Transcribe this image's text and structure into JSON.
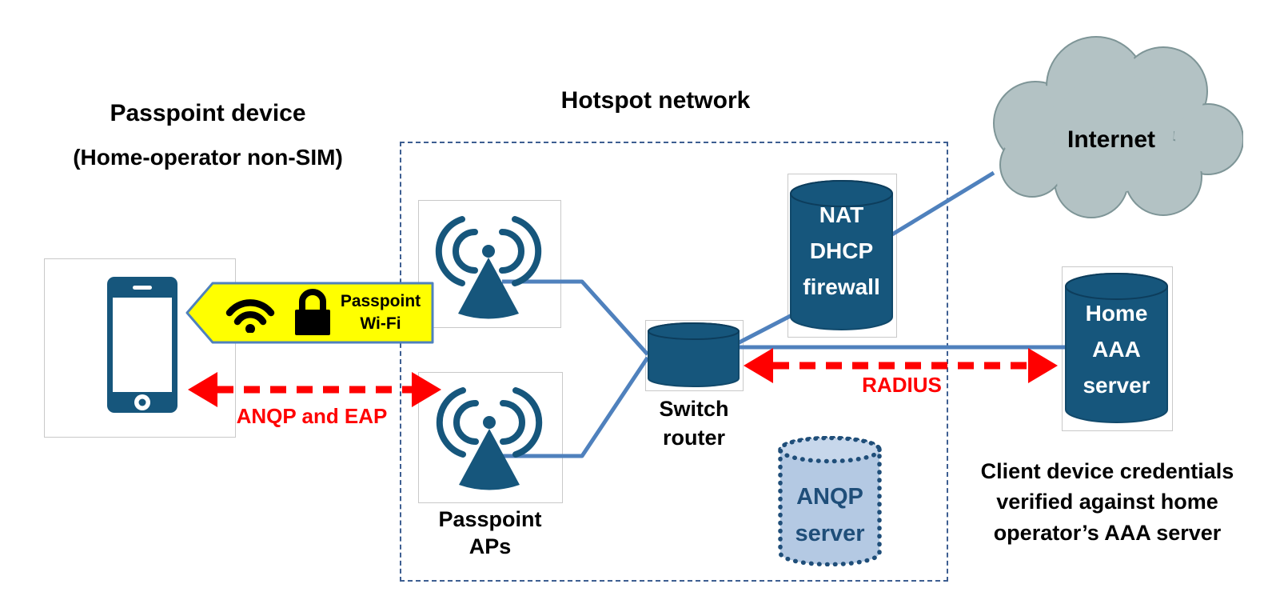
{
  "device_section": {
    "title": "Passpoint device",
    "subtitle": "(Home-operator non-SIM)"
  },
  "hotspot_section": {
    "title": "Hotspot network"
  },
  "badge": {
    "label": "Passpoint\nWi-Fi",
    "icons": [
      "wifi-icon",
      "lock-icon"
    ]
  },
  "nodes": {
    "passpoint_aps": {
      "label": "Passpoint\nAPs"
    },
    "switch_router": {
      "label": "Switch\nrouter"
    },
    "nat_firewall": {
      "label": "NAT\nDHCP\nfirewall"
    },
    "anqp_server": {
      "label": "ANQP\nserver"
    },
    "home_aaa_server": {
      "label": "Home\nAAA\nserver"
    },
    "internet": {
      "label": "Internet"
    }
  },
  "arrows": {
    "anqp_eap": {
      "label": "ANQP and EAP"
    },
    "radius": {
      "label": "RADIUS"
    }
  },
  "caption": "Client device credentials\nverified against home\noperator’s AAA server",
  "colors": {
    "dark_blue": "#16567C",
    "connector_blue": "#4F81BD",
    "dashed_border_blue": "#3D5E91",
    "anqp_fill": "#B4C9E3",
    "anqp_border": "#1F4E79",
    "cloud_fill": "#B3C2C4",
    "arrow_red": "#FF0000",
    "badge_yellow": "#FFFF00",
    "box_border_gray": "#C9C9C9"
  }
}
